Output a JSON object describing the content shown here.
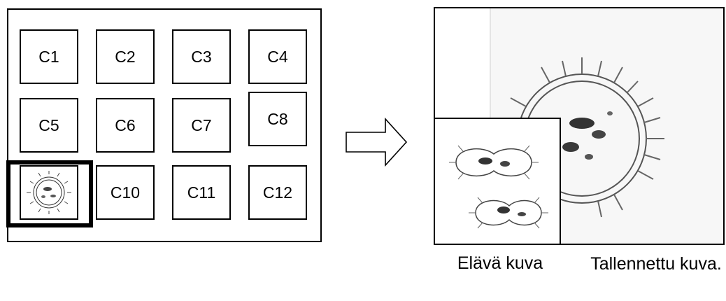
{
  "grid": {
    "cells": [
      {
        "label": "C1"
      },
      {
        "label": "C2"
      },
      {
        "label": "C3"
      },
      {
        "label": "C4"
      },
      {
        "label": "C5"
      },
      {
        "label": "C6"
      },
      {
        "label": "C7"
      },
      {
        "label": "C8"
      },
      {
        "label": ""
      },
      {
        "label": "C10"
      },
      {
        "label": "C11"
      },
      {
        "label": "C12"
      }
    ]
  },
  "captions": {
    "live": "Elävä kuva",
    "saved": "Tallennettu kuva."
  },
  "icons": {
    "arrow": "right-arrow-outline",
    "microbe": "microbe-illustration"
  }
}
